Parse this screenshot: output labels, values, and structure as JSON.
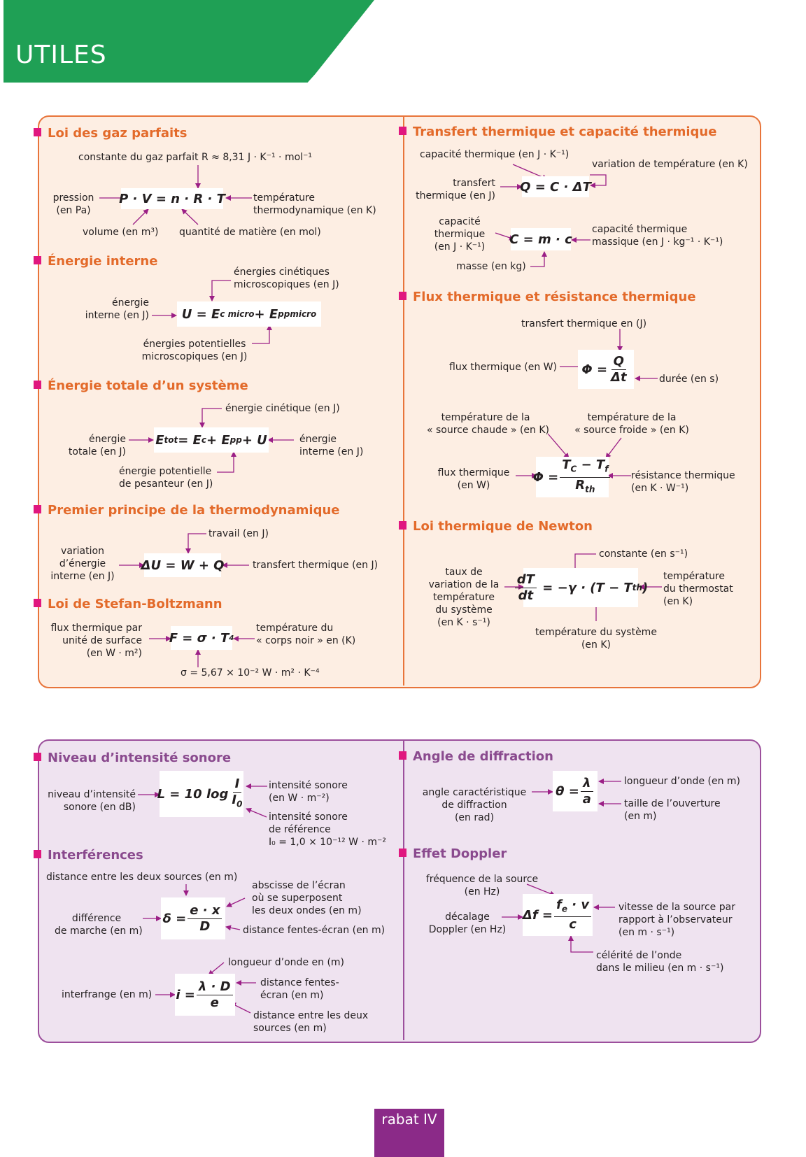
{
  "header": {
    "title": "UTILES"
  },
  "footer": {
    "page": "rabat IV"
  },
  "colors": {
    "thermo_border": "#e8743a",
    "thermo_bg": "#fdeee3",
    "waves_border": "#9c4f9c",
    "waves_bg": "#efe3f0",
    "banner": "#1fa055",
    "arrow": "#9b1f86"
  },
  "gaz": {
    "title": "Loi des gaz parfaits",
    "const_label": "constante du gaz parfait R ≈ 8,31 J · K⁻¹ · mol⁻¹",
    "pression": [
      "pression",
      "(en Pa)"
    ],
    "temperature": [
      "température",
      "thermodynamique (en K)"
    ],
    "volume": "volume (en m³)",
    "quantite": "quantité de matière (en mol)",
    "formula": "P · V = n · R · T"
  },
  "energie_interne": {
    "title": "Énergie interne",
    "cin": [
      "énergies cinétiques",
      "microscopiques (en J)"
    ],
    "left": [
      "énergie",
      "interne (en J)"
    ],
    "pot": [
      "énergies potentielles",
      "microscopiques (en J)"
    ],
    "f_u": "U = E",
    "f_sub1": "c micro",
    "f_plus": " + E",
    "f_sub2": "ppmicro"
  },
  "energie_totale": {
    "title": "Énergie totale d’un système",
    "cin": "énergie cinétique (en J)",
    "left": [
      "énergie",
      "totale (en J)"
    ],
    "right": [
      "énergie",
      "interne (en J)"
    ],
    "pot": [
      "énergie potentielle",
      "de pesanteur (en J)"
    ],
    "f_e": "E",
    "f_sub1": "tot",
    "f_eq": " = E",
    "f_sub2": "c",
    "f_plus": " + E",
    "f_sub3": "pp",
    "f_end": " + U"
  },
  "premier_principe": {
    "title": "Premier principe de la thermodynamique",
    "travail": "travail (en J)",
    "left": [
      "variation",
      "d’énergie",
      "interne (en J)"
    ],
    "right": "transfert thermique (en J)",
    "formula": "ΔU = W + Q"
  },
  "stefan": {
    "title": "Loi de Stefan-Boltzmann",
    "left": [
      "flux thermique par",
      "unité de surface",
      "(en W · m²)"
    ],
    "right": [
      "température du",
      "« corps noir » en (K)"
    ],
    "sigma": "σ = 5,67 × 10⁻² W · m² · K⁻⁴",
    "f_main": "F = σ · T",
    "f_exp": "4"
  },
  "transfert": {
    "title": "Transfert thermique et capacité thermique",
    "cap": "capacité thermique (en J · K⁻¹)",
    "var": "variation de température (en K)",
    "left": [
      "transfert",
      "thermique (en J)"
    ],
    "formula1": "Q = C · ΔT",
    "cap2": [
      "capacité",
      "thermique",
      "(en J · K⁻¹)"
    ],
    "masse": "masse (en kg)",
    "massique": [
      "capacité thermique",
      "massique (en J · kg⁻¹ · K⁻¹)"
    ],
    "formula2": "C = m · c"
  },
  "flux": {
    "title": "Flux thermique et résistance thermique",
    "transfert": "transfert thermique en (J)",
    "left": "flux thermique (en W)",
    "duree": "durée (en s)",
    "f1_lhs": "Φ =",
    "f1_num": "Q",
    "f1_den": "Δt",
    "chaude": [
      "température de la",
      "« source chaude » (en K)"
    ],
    "froide": [
      "température de la",
      "« source froide » (en K)"
    ],
    "left2": [
      "flux thermique",
      "(en W)"
    ],
    "resist": [
      "résistance thermique",
      "(en K · W⁻¹)"
    ],
    "f2_lhs": "Φ =",
    "f2_num_a": "T",
    "f2_num_a_sub": "C",
    "f2_num_b": " − T",
    "f2_num_b_sub": "f",
    "f2_den": "R",
    "f2_den_sub": "th"
  },
  "newton": {
    "title": "Loi thermique de Newton",
    "constante": "constante (en s⁻¹)",
    "left": [
      "taux de",
      "variation de la",
      "température",
      "du système",
      "(en K · s⁻¹)"
    ],
    "thermostat": [
      "température",
      "du thermostat",
      "(en K)"
    ],
    "systeme": [
      "température du système",
      "(en K)"
    ],
    "f_num": "dT",
    "f_den": "dt",
    "f_rhs": "= −γ · (T − T",
    "f_sub": "th",
    "f_end": ")"
  },
  "sonore": {
    "title": "Niveau d’intensité sonore",
    "left": [
      "niveau d’intensité",
      "sonore (en dB)"
    ],
    "r1": [
      "intensité sonore",
      "(en W · m⁻²)"
    ],
    "r2": [
      "intensité sonore",
      "de référence",
      "I₀ = 1,0 × 10⁻¹² W · m⁻²"
    ],
    "f_lhs": "L = 10 log",
    "f_num": "I",
    "f_den": "I",
    "f_den_sub": "0"
  },
  "diffraction": {
    "title": "Angle de diffraction",
    "left": [
      "angle caractéristique",
      "de diffraction",
      "(en rad)"
    ],
    "r1": "longueur d’onde (en m)",
    "r2": [
      "taille de l’ouverture",
      "(en m)"
    ],
    "f_lhs": "θ =",
    "f_num": "λ",
    "f_den": "a"
  },
  "interferences": {
    "title": "Interférences",
    "dist_sources": "distance entre les deux sources (en m)",
    "abscisse": [
      "abscisse de l’écran",
      "où se superposent",
      "les deux ondes (en m)"
    ],
    "diff": [
      "différence",
      "de marche (en m)"
    ],
    "fentes": "distance fentes-écran (en m)",
    "f1_lhs": "δ =",
    "f1_num": "e · x",
    "f1_den": "D",
    "longueur": "longueur d’onde en (m)",
    "interfrange": "interfrange (en m)",
    "fentes2": [
      "distance fentes-",
      "écran (en m)"
    ],
    "dist2": [
      "distance entre les deux",
      "sources (en m)"
    ],
    "f2_lhs": "i =",
    "f2_num": "λ · D",
    "f2_den": "e"
  },
  "doppler": {
    "title": "Effet Doppler",
    "freq": [
      "fréquence de la source",
      "(en Hz)"
    ],
    "left": [
      "décalage",
      "Doppler (en Hz)"
    ],
    "vitesse": [
      "vitesse de la source par",
      "rapport à l’observateur",
      "(en m · s⁻¹)"
    ],
    "celerite": [
      "célérité de l’onde",
      "dans le milieu (en m · s⁻¹)"
    ],
    "f_lhs": "Δf =",
    "f_num": "f",
    "f_num_sub": "e",
    "f_num_end": " · v",
    "f_den": "c"
  }
}
